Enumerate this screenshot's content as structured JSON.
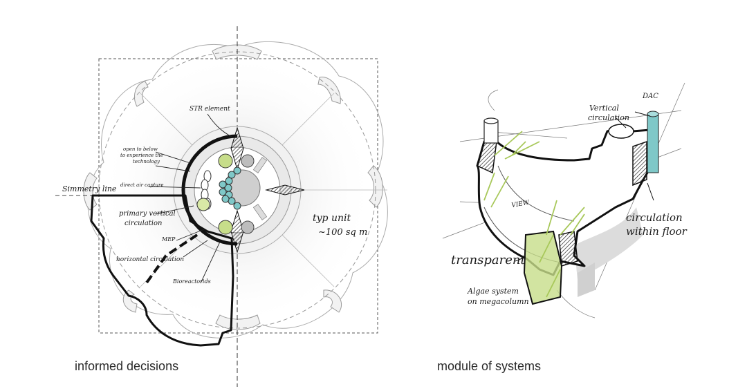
{
  "captions": {
    "left": "informed decisions",
    "right": "module of systems"
  },
  "plan_labels": {
    "str_element": "STR element",
    "open_below_1": "open to below",
    "open_below_2": "to experience the",
    "open_below_3": "technology",
    "direct_air": "direct air capture",
    "symmetry": "Simmetry line",
    "primary_1": "primary vertical",
    "primary_2": "circulation",
    "mep": "MEP",
    "horizontal": "horizontal circulation",
    "bioreactor": "Bioreactorids",
    "typ_unit_1": "typ unit",
    "typ_unit_2": "~100 sq m"
  },
  "axo_labels": {
    "dac": "DAC",
    "vertical_1": "Vertical",
    "vertical_2": "circulation",
    "view": "VIEW",
    "within_1": "circulation",
    "within_2": "within floor",
    "transparent": "transparent",
    "algae_1": "Algae system",
    "algae_2": "on megacolumn"
  },
  "colors": {
    "ink": "#1a1a1a",
    "pencil": "#9a9a9a",
    "accent_green": "#c7dd8a",
    "accent_teal": "#7fc8c8",
    "shadow": "#cfcfcf"
  }
}
